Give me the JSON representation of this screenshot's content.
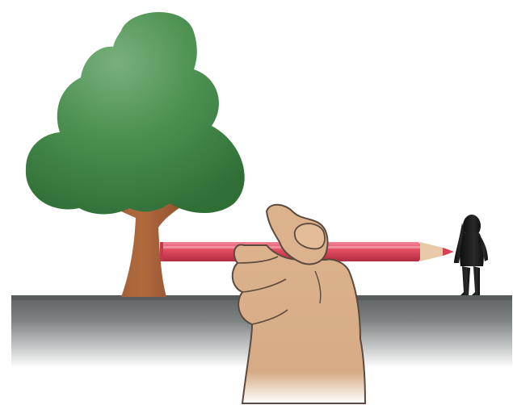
{
  "scene": {
    "objects": [
      {
        "name": "tree",
        "foliage_color": "#3f8a45",
        "trunk_color": "#a2603a"
      },
      {
        "name": "ground",
        "color": "#5f6565"
      },
      {
        "name": "hand",
        "skin_color": "#d9b08a"
      },
      {
        "name": "pencil",
        "body_color": "#e04a5e",
        "tip_color": "#e8c9a8"
      },
      {
        "name": "person-silhouette",
        "color": "#1c1c1c"
      }
    ]
  }
}
